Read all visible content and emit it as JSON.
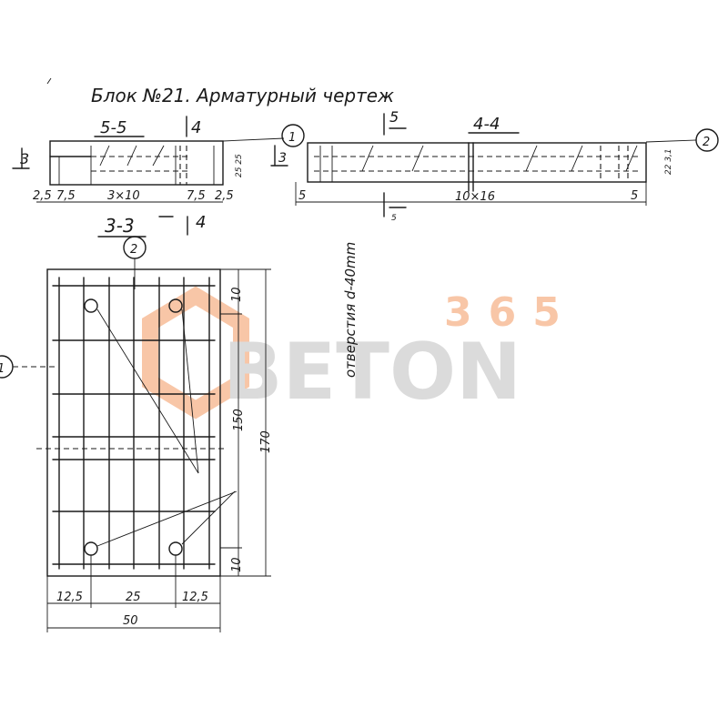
{
  "title": "Блок №21. Арматурный чертеж",
  "sections": {
    "s55": "5-5",
    "s44": "4-4",
    "s33": "3-3",
    "mark4": "4",
    "mark5": "5",
    "mark3": "3"
  },
  "callouts": {
    "c1": "1",
    "c2": "2"
  },
  "dims_section55": {
    "d25a": "2,5",
    "d75a": "7,5",
    "d3x10": "3×10",
    "d75b": "7,5",
    "d25b": "2,5",
    "vert": "25 25"
  },
  "dims_section44": {
    "d5a": "5",
    "d10x16": "10×16",
    "d5b": "5",
    "vert": "22 3,1"
  },
  "dims_plan": {
    "v10a": "10",
    "v150": "150",
    "v170": "170",
    "v10b": "10",
    "h125a": "12,5",
    "h25": "25",
    "h125b": "12,5",
    "h50": "50",
    "holes": "отверстия d-40mm"
  },
  "watermark": {
    "top": "365",
    "main": "BETON",
    "color_orange": "#f6b48a",
    "color_gray": "#cfcfcf"
  }
}
